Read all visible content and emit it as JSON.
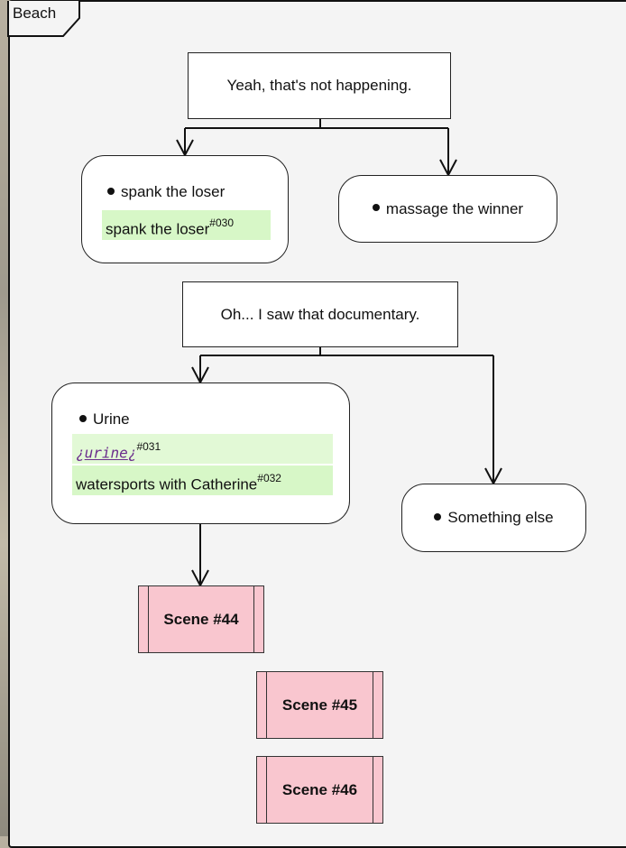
{
  "frame": {
    "title": "Beach"
  },
  "notes": {
    "n1": "Yeah, that's not happening.",
    "n2": "Oh... I saw that documentary."
  },
  "choices": {
    "spank": {
      "label": "spank the loser",
      "tag_text": "spank the loser",
      "tag_ref": "#030"
    },
    "massage": {
      "label": "massage the winner"
    },
    "urine": {
      "label": "Urine",
      "code_open": "¿",
      "code_word": "urine",
      "code_close": "¿",
      "code_ref": "#031",
      "tag_text": "watersports with Catherine",
      "tag_ref": "#032"
    },
    "else": {
      "label": "Something else"
    }
  },
  "scenes": [
    "Scene #44",
    "Scene #45",
    "Scene #46"
  ],
  "colors": {
    "frame_bg": "#f4f4f4",
    "note_bg": "#ffffff",
    "tag_bg": "#d7f7c7",
    "scene_bg": "#f9c6cf",
    "code_color": "#6a2c8c"
  }
}
